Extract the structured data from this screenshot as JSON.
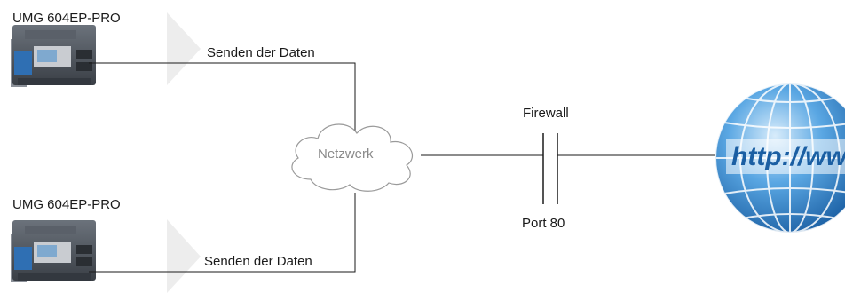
{
  "devices": [
    {
      "label": "UMG 604EP-PRO",
      "link_label": "Senden der Daten"
    },
    {
      "label": "UMG 604EP-PRO",
      "link_label": "Senden der Daten"
    }
  ],
  "network": {
    "label": "Netzwerk"
  },
  "firewall": {
    "label_top": "Firewall",
    "label_bottom": "Port 80"
  },
  "internet": {
    "globe_text": "http://www"
  },
  "colors": {
    "line": "#1a1a1a",
    "cloud_stroke": "#9a9a9a",
    "arrow": "#ededed",
    "device_body": "#4a5058",
    "device_panel": "#2f6fb3",
    "globe_blue": "#2e7fc8"
  }
}
